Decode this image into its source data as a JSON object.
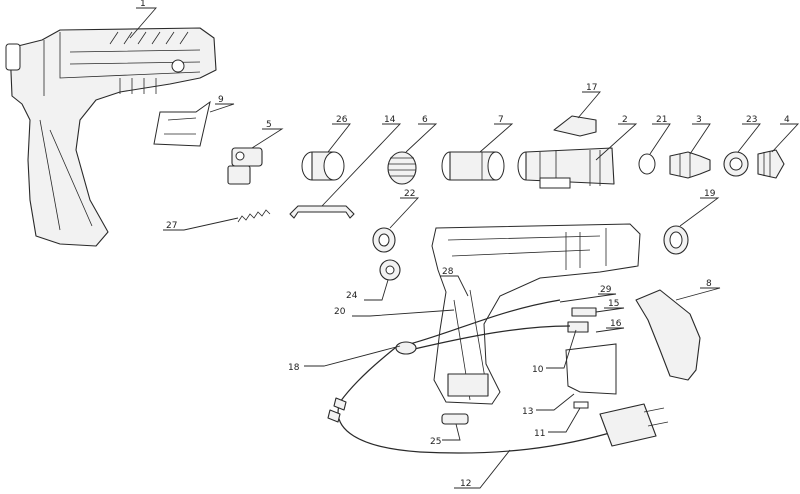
{
  "diagram": {
    "type": "exploded-parts-view",
    "callouts": [
      {
        "id": "c1",
        "label": "1"
      },
      {
        "id": "c2",
        "label": "2"
      },
      {
        "id": "c3",
        "label": "3"
      },
      {
        "id": "c4",
        "label": "4"
      },
      {
        "id": "c5",
        "label": "5"
      },
      {
        "id": "c6",
        "label": "6"
      },
      {
        "id": "c7",
        "label": "7"
      },
      {
        "id": "c8",
        "label": "8"
      },
      {
        "id": "c9",
        "label": "9"
      },
      {
        "id": "c10",
        "label": "10"
      },
      {
        "id": "c11",
        "label": "11"
      },
      {
        "id": "c12",
        "label": "12"
      },
      {
        "id": "c13",
        "label": "13"
      },
      {
        "id": "c14",
        "label": "14"
      },
      {
        "id": "c15",
        "label": "15"
      },
      {
        "id": "c16",
        "label": "16"
      },
      {
        "id": "c17",
        "label": "17"
      },
      {
        "id": "c18",
        "label": "18"
      },
      {
        "id": "c19",
        "label": "19"
      },
      {
        "id": "c20",
        "label": "20"
      },
      {
        "id": "c21",
        "label": "21"
      },
      {
        "id": "c22",
        "label": "22"
      },
      {
        "id": "c23",
        "label": "23"
      },
      {
        "id": "c24",
        "label": "24"
      },
      {
        "id": "c25",
        "label": "25"
      },
      {
        "id": "c26",
        "label": "26"
      },
      {
        "id": "c27",
        "label": "27"
      },
      {
        "id": "c28",
        "label": "28"
      },
      {
        "id": "c29",
        "label": "29"
      }
    ]
  }
}
